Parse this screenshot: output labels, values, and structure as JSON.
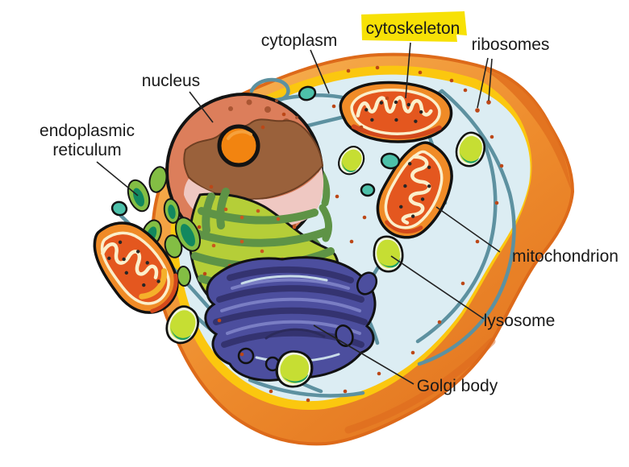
{
  "diagram": {
    "subject": "animal cell",
    "description": "Cross-section diagram of an animal cell with labeled organelles"
  },
  "labels": {
    "cytoplasm": {
      "text": "cytoplasm",
      "highlighted": false
    },
    "cytoskeleton": {
      "text": "cytoskeleton",
      "highlighted": true,
      "highlight_color": "#F7E106"
    },
    "ribosomes": {
      "text": "ribosomes",
      "highlighted": false
    },
    "nucleus": {
      "text": "nucleus",
      "highlighted": false
    },
    "endoplasmic_reticulum": {
      "line1": "endoplasmic",
      "line2": "reticulum",
      "highlighted": false
    },
    "mitochondrion": {
      "text": "mitochondrion",
      "highlighted": false
    },
    "lysosome": {
      "text": "lysosome",
      "highlighted": false
    },
    "golgi_body": {
      "text": "Golgi body",
      "highlighted": false
    }
  },
  "colors": {
    "background": "#FFFFFF",
    "membrane_outer": "#EE8C2D",
    "membrane_rim": "#DD6A1A",
    "membrane_band": "#FBC70F",
    "cytoplasm_fill": "#DCEDF3",
    "cytoskeleton": "#5D91A0",
    "ribosome_dot": "#BC4717",
    "nucleus_body": "#DC7E5B",
    "nucleus_inner_brown": "#9A613B",
    "nucleus_inner_pink": "#EFC8C2",
    "nucleolus": "#F28410",
    "er_light_green": "#B5CE38",
    "er_dark_green": "#5E9346",
    "er_vesicle_green": "#83BE44",
    "er_vesicle_core": "#12885F",
    "golgi_purple": "#4C4E9E",
    "mitochondrion_orange": "#F08B27",
    "mitochondrion_inner": "#E4571F",
    "mitochondrion_cristae": "#FBEFCB",
    "lysosome_green": "#C6DE33",
    "lysosome_accent": "#1E9E64",
    "vesicle_teal": "#4DC0A9",
    "label_text": "#1A1A1A",
    "leader_line": "#222222"
  }
}
